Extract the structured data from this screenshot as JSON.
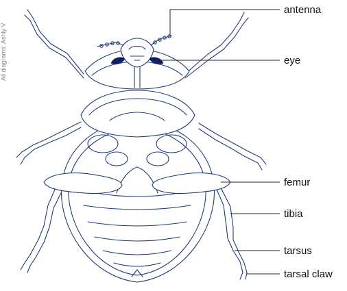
{
  "credit": "All diagrams: Ashly V",
  "labels": {
    "antenna": "antenna",
    "eye": "eye",
    "femur": "femur",
    "tibia": "tibia",
    "tarsus": "tarsus",
    "tarsal_claw": "tarsal claw"
  },
  "colors": {
    "outline": "#1f3a7a",
    "eye_fill": "#0e1f63",
    "leader": "#222222"
  }
}
